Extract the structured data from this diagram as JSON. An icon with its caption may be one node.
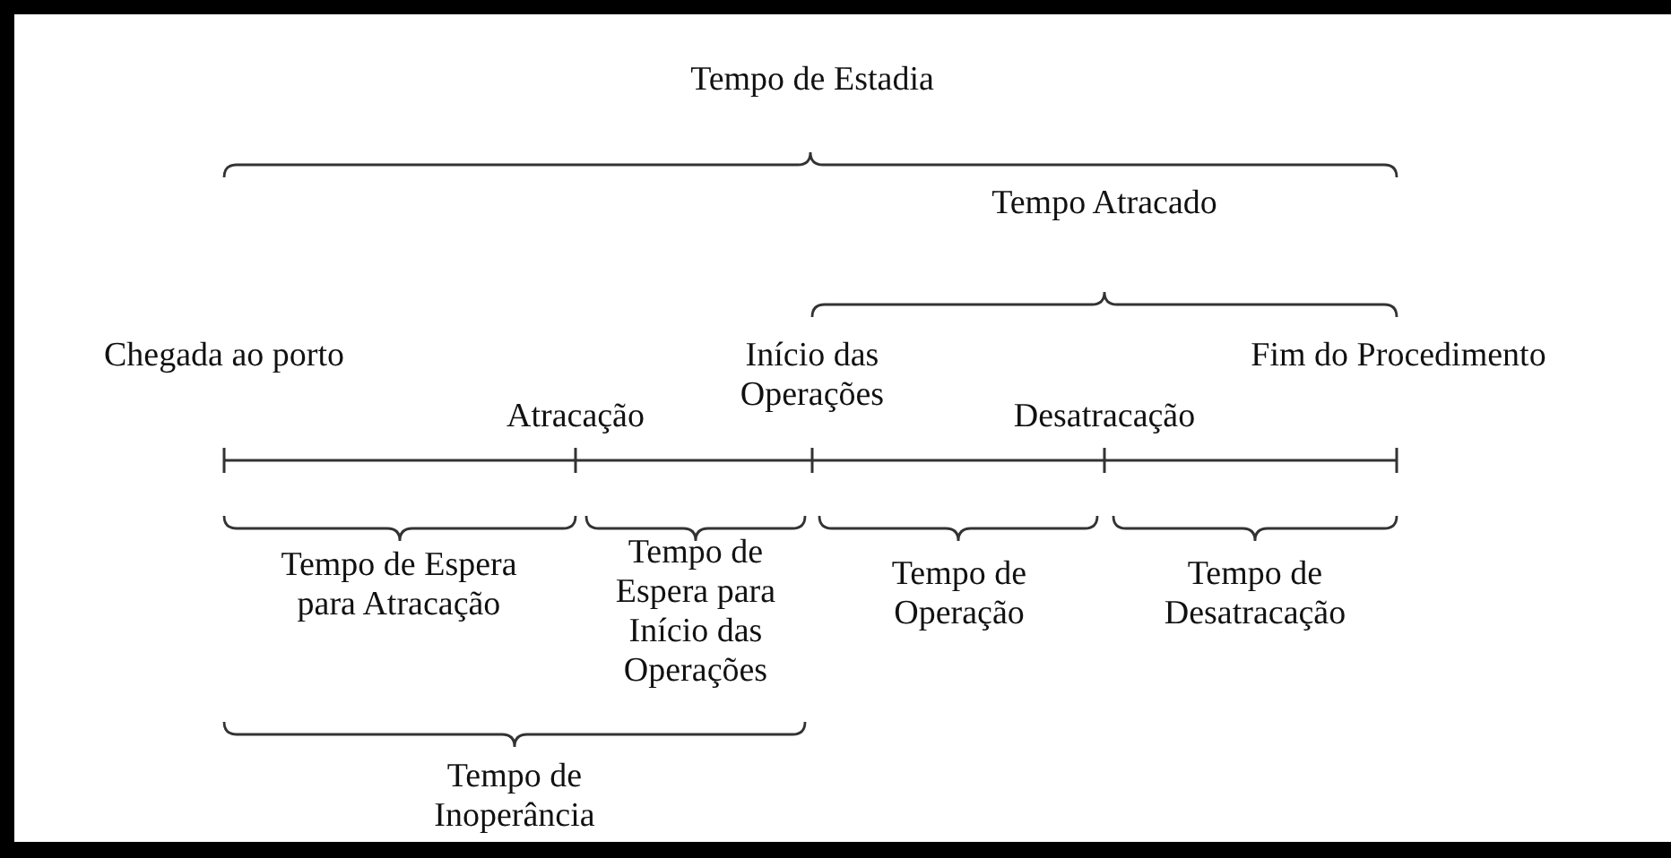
{
  "diagram": {
    "labels": [
      "Tempo de Estadia",
      "Tempo Atracado",
      "Chegada ao porto",
      "Atracação",
      "Início das Operações",
      "Desatracação",
      "Fim do Procedimento",
      "Tempo de Espera para Atracação",
      "Tempo de Espera para Início das Operações",
      "Tempo de Operação",
      "Tempo de Desatracação",
      "Tempo de Inoperância"
    ]
  }
}
